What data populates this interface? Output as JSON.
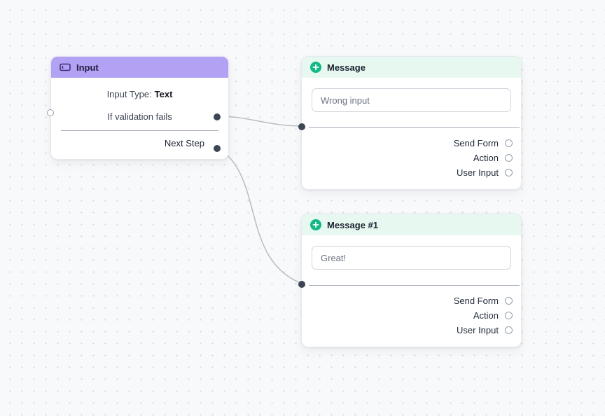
{
  "canvas": {
    "type": "flow-editor"
  },
  "colors": {
    "canvas_background": "#f8f9fa",
    "input_header": "#b3a1f4",
    "message_header": "#e7f8f1",
    "accent_teal": "#12b886",
    "edge": "#b7bcc4",
    "port_filled": "#3d4654"
  },
  "nodes": {
    "input": {
      "title": "Input",
      "icon": "input-field-icon",
      "input_type_label": "Input Type:",
      "input_type_value": "Text",
      "validation_label": "If validation fails",
      "next_step_label": "Next Step"
    },
    "message": {
      "title": "Message",
      "icon": "message-plus-icon",
      "text": "Wrong input",
      "outputs": [
        "Send Form",
        "Action",
        "User Input"
      ]
    },
    "message1": {
      "title": "Message #1",
      "icon": "message-plus-icon",
      "text": "Great!",
      "outputs": [
        "Send Form",
        "Action",
        "User Input"
      ]
    }
  }
}
